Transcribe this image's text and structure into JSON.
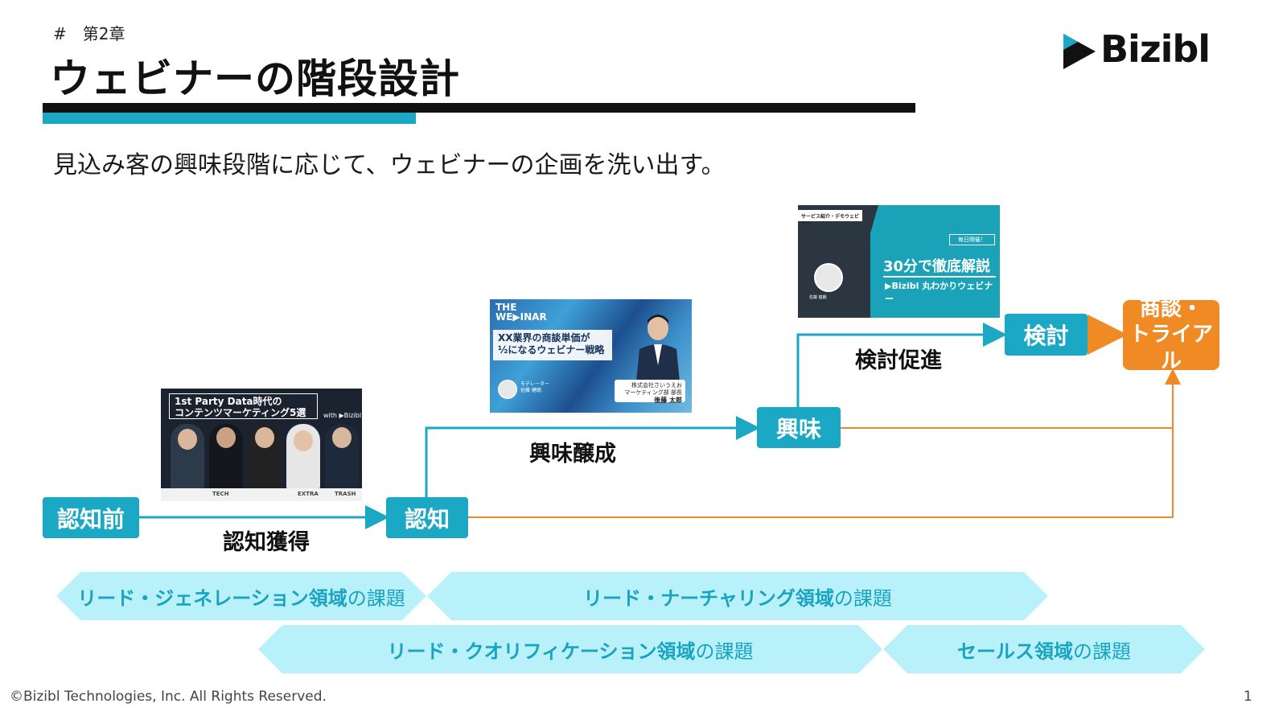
{
  "header": {
    "chapter": "#　第2章",
    "title": "ウェビナーの階段設計",
    "brand": "Bizibl"
  },
  "subtitle": "見込み客の興味段階に応じて、ウェビナーの企画を洗い出す。",
  "nodes": {
    "pre_awareness": "認知前",
    "awareness": "認知",
    "interest": "興味",
    "consideration": "検討",
    "deal_line1": "商談・",
    "deal_line2": "トライアル"
  },
  "steps": {
    "acquire": "認知獲得",
    "nurture": "興味醸成",
    "promote": "検討促進"
  },
  "thumbnails": {
    "t1": {
      "title_line1": "1st Party Data時代の",
      "title_line2": "コンテンツマーケティング5選",
      "with": "with ▶Bizibl",
      "logos": [
        "TECH",
        "EXTRA",
        "TRASH"
      ]
    },
    "t2": {
      "brand_line1": "THE",
      "brand_line2": "WE▶INAR",
      "title_line1": "XX業界の商談単価が",
      "title_line2": "½になるウェビナー戦略",
      "speaker_name": "後藤 太郎",
      "speaker_company": "株式会社さいうえお",
      "speaker_role": "マーケティング部 部長",
      "left_speaker_name": "佐藤 健朗",
      "left_speaker_role": "モデレーター"
    },
    "t3": {
      "header": "サービス紹介・デモウェビナー",
      "daily": "毎日開催！",
      "title": "30分で徹底解説",
      "sub": "▶Bizibl 丸わかりウェビナー",
      "speaker_name": "佐藤 健朗"
    }
  },
  "banners": {
    "lead_gen": {
      "bold": "リード・ジェネレーション領域",
      "light": "の課題"
    },
    "lead_nurture": {
      "bold": "リード・ナーチャリング領域",
      "light": "の課題"
    },
    "lead_qual": {
      "bold": "リード・クオリフィケーション領域",
      "light": "の課題"
    },
    "sales": {
      "bold": "セールス領域",
      "light": "の課題"
    }
  },
  "colors": {
    "teal": "#1aa8c4",
    "orange": "#f08a24",
    "banner": "#b9f1fa",
    "banner_text": "#1aa3c0"
  },
  "footer": {
    "copyright": "©Bizibl Technologies, Inc. All Rights Reserved.",
    "page": "1"
  }
}
